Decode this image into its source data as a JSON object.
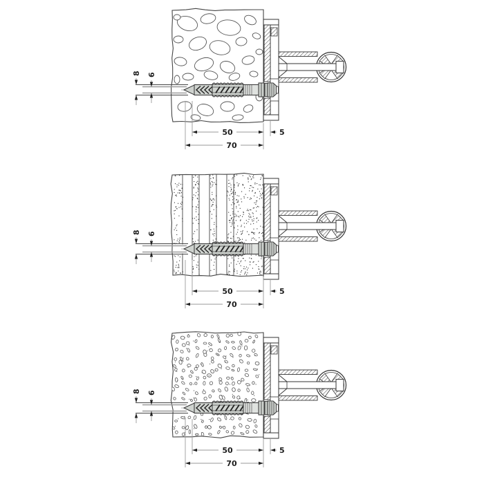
{
  "diagram": {
    "title": "wall-anchor-installation-cross-sections",
    "colors": {
      "outline": "#3a3a3a",
      "texture": "#555555",
      "dim_line": "#9a9a9a",
      "plug_fill": "#cfd3cf",
      "metal_fill": "#c6cac6",
      "text": "#1d1d1d"
    }
  },
  "figures": [
    {
      "material": "aggregate-concrete",
      "dimensions": {
        "hole_diameter": "8",
        "screw_diameter": "6",
        "embedment_depth": "50",
        "bracket_plate": "5",
        "total_depth": "70"
      }
    },
    {
      "material": "perforated-brick",
      "dimensions": {
        "hole_diameter": "8",
        "screw_diameter": "6",
        "embedment_depth": "50",
        "bracket_plate": "5",
        "total_depth": "70"
      }
    },
    {
      "material": "aerated-concrete",
      "dimensions": {
        "hole_diameter": "8",
        "screw_diameter": "6",
        "embedment_depth": "50",
        "bracket_plate": "5",
        "total_depth": "70"
      }
    }
  ]
}
